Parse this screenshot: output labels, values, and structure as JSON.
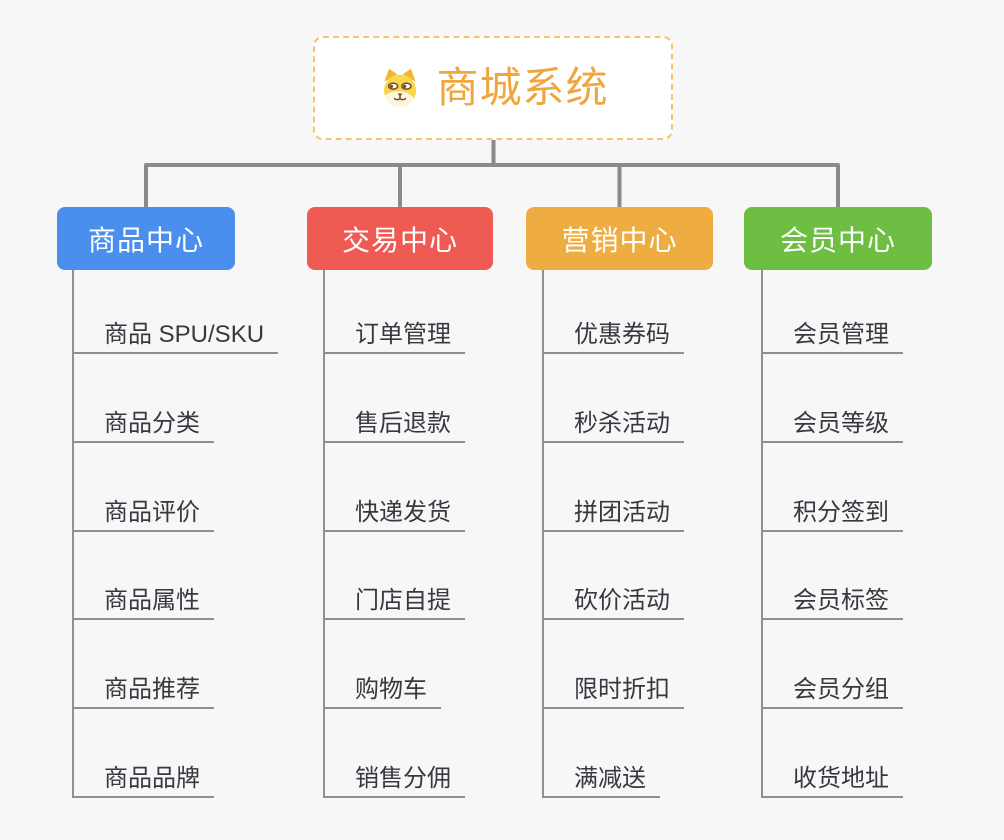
{
  "root": {
    "title": "商城系统",
    "icon": "dog-face-icon"
  },
  "branches": [
    {
      "label": "商品中心",
      "color": "#4a8fee",
      "items": [
        "商品 SPU/SKU",
        "商品分类",
        "商品评价",
        "商品属性",
        "商品推荐",
        "商品品牌"
      ]
    },
    {
      "label": "交易中心",
      "color": "#ef5a53",
      "items": [
        "订单管理",
        "售后退款",
        "快递发货",
        "门店自提",
        "购物车",
        "销售分佣"
      ]
    },
    {
      "label": "营销中心",
      "color": "#efad41",
      "items": [
        "优惠券码",
        "秒杀活动",
        "拼团活动",
        "砍价活动",
        "限时折扣",
        "满减送"
      ]
    },
    {
      "label": "会员中心",
      "color": "#6fbe44",
      "items": [
        "会员管理",
        "会员等级",
        "积分签到",
        "会员标签",
        "会员分组",
        "收货地址"
      ]
    }
  ],
  "colors": {
    "background": "#f7f7f8",
    "connector": "#8a8a8a",
    "leaf_line": "#8f8f8f",
    "leaf_text": "#36393f",
    "root_border": "#f6c470",
    "root_text": "#f0a63f",
    "branch_text": "#ffffff"
  }
}
